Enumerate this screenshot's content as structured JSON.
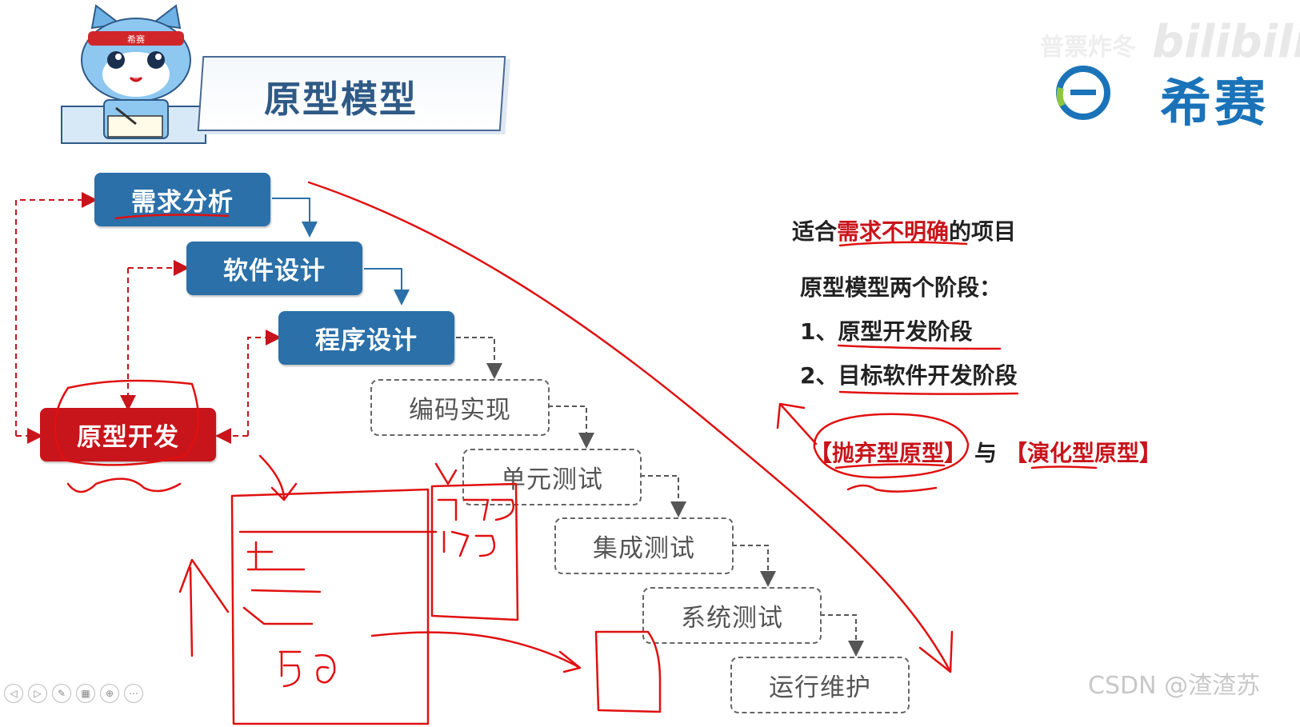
{
  "slide": {
    "title": "原型模型",
    "mascot_headband": "希赛",
    "logo_brand": "希赛",
    "logo_letter": "e",
    "watermark_bilibili": "bilibili",
    "watermark_uploader": "普票炸冬",
    "csdn_watermark": "CSDN @渣渣苏"
  },
  "diagram": {
    "stages": [
      {
        "label": "需求分析",
        "style": "solid"
      },
      {
        "label": "软件设计",
        "style": "solid"
      },
      {
        "label": "程序设计",
        "style": "solid"
      },
      {
        "label": "编码实现",
        "style": "dashed"
      },
      {
        "label": "单元测试",
        "style": "dashed"
      },
      {
        "label": "集成测试",
        "style": "dashed"
      },
      {
        "label": "系统测试",
        "style": "dashed"
      },
      {
        "label": "运行维护",
        "style": "dashed"
      }
    ],
    "prototype_box": "原型开发",
    "colors": {
      "solid": "#2b70a8",
      "prototype": "#c8141b",
      "annotation": "#e01010"
    }
  },
  "notes": {
    "line1_prefix": "适合",
    "line1_highlight": "需求不明确",
    "line1_suffix": "的项目",
    "line2": "原型模型两个阶段：",
    "line3": "1、原型开发阶段",
    "line4": "2、目标软件开发阶段",
    "type1": "【抛弃型原型】",
    "connector": "与",
    "type2": "【演化型原型】"
  },
  "controls": [
    "prev-icon",
    "next-icon",
    "pen-icon",
    "grid-icon",
    "zoom-icon",
    "more-icon"
  ]
}
